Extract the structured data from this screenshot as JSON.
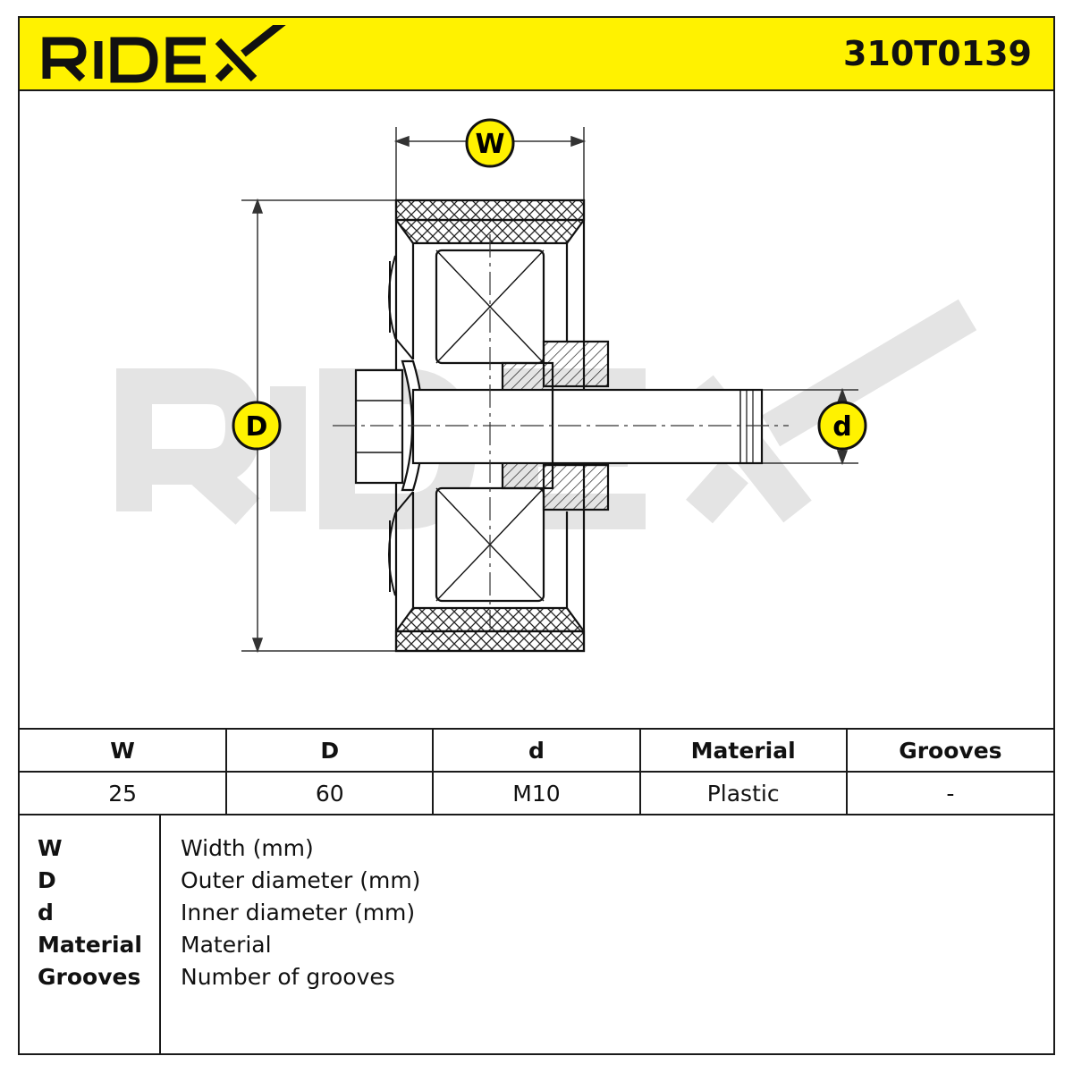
{
  "header": {
    "brand": "RIDEX",
    "part_number": "310T0139"
  },
  "drawing": {
    "labels": {
      "width": "W",
      "outer_diameter": "D",
      "inner_diameter": "d"
    },
    "watermark": "RIDEX"
  },
  "specs": {
    "headers": [
      "W",
      "D",
      "d",
      "Material",
      "Grooves"
    ],
    "values": [
      "25",
      "60",
      "M10",
      "Plastic",
      "-"
    ]
  },
  "legend": [
    {
      "key": "W",
      "desc": "Width (mm)"
    },
    {
      "key": "D",
      "desc": "Outer diameter (mm)"
    },
    {
      "key": "d",
      "desc": "Inner diameter (mm)"
    },
    {
      "key": "Material",
      "desc": "Material"
    },
    {
      "key": "Grooves",
      "desc": "Number of grooves"
    }
  ],
  "colors": {
    "header_bg": "#fff200",
    "ink": "#1a1a1a",
    "watermark": "#e6e6e6"
  }
}
